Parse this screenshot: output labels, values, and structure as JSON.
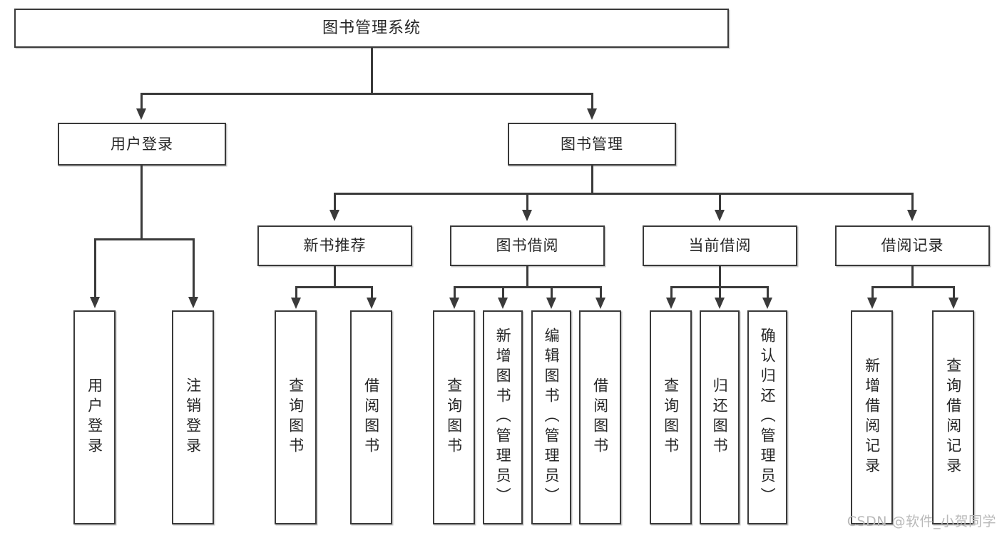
{
  "diagram": {
    "title": "图书管理系统",
    "type": "functional-structure-tree",
    "watermark": "CSDN @软件_小贺同学",
    "colors": {
      "stroke": "#3a3a3a",
      "box_fill": "#ffffff",
      "text": "#262626",
      "watermark": "#b9b9b9",
      "background": "#ffffff"
    },
    "root": {
      "label": "图书管理系统"
    },
    "level2": [
      {
        "label": "用户登录"
      },
      {
        "label": "图书管理"
      }
    ],
    "level3": [
      {
        "label": "新书推荐"
      },
      {
        "label": "图书借阅"
      },
      {
        "label": "当前借阅"
      },
      {
        "label": "借阅记录"
      }
    ],
    "leaves": {
      "user_login": [
        {
          "label": "用户登录"
        },
        {
          "label": "注销登录"
        }
      ],
      "new_book_recommend": [
        {
          "label": "查询图书"
        },
        {
          "label": "借阅图书"
        }
      ],
      "book_borrow": [
        {
          "label": "查询图书"
        },
        {
          "label": "新增图书（管理员）"
        },
        {
          "label": "编辑图书（管理员）"
        },
        {
          "label": "借阅图书"
        }
      ],
      "current_borrow": [
        {
          "label": "查询图书"
        },
        {
          "label": "归还图书"
        },
        {
          "label": "确认归还（管理员）"
        }
      ],
      "borrow_record": [
        {
          "label": "新增借阅记录"
        },
        {
          "label": "查询借阅记录"
        }
      ]
    }
  }
}
